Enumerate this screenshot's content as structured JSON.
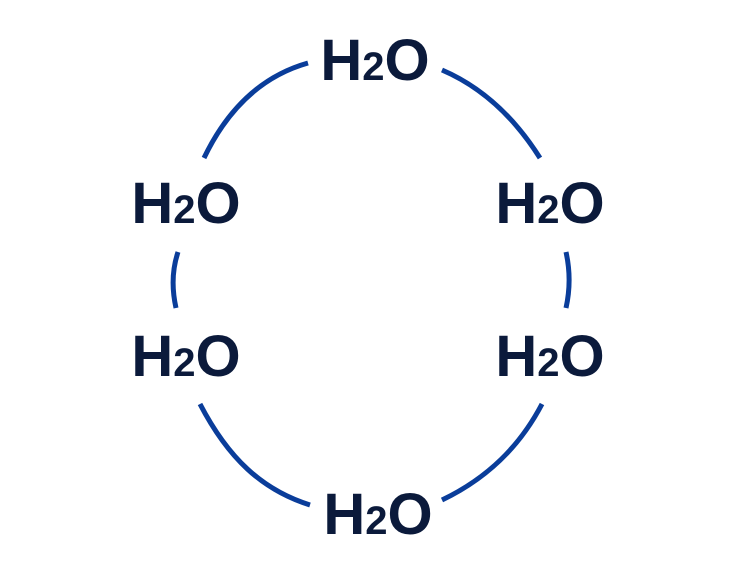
{
  "diagram": {
    "colors": {
      "ring_stroke": "#0a3d9a",
      "label_text": "#0b1a3b"
    },
    "molecules": [
      {
        "base": "H",
        "sub": "2",
        "tail": "O"
      },
      {
        "base": "H",
        "sub": "2",
        "tail": "O"
      },
      {
        "base": "H",
        "sub": "2",
        "tail": "O"
      },
      {
        "base": "H",
        "sub": "2",
        "tail": "O"
      },
      {
        "base": "H",
        "sub": "2",
        "tail": "O"
      },
      {
        "base": "H",
        "sub": "2",
        "tail": "O"
      }
    ]
  }
}
